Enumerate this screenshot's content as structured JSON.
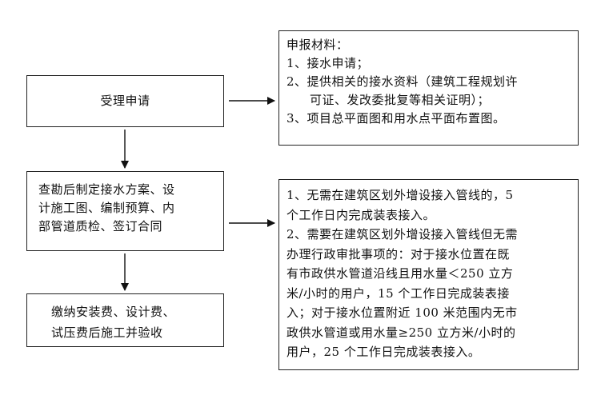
{
  "left_steps": {
    "accept": "受理申请",
    "survey_lines": [
      "查勘后制定接水方案、设",
      "计施工图、编制预算、内",
      "部管道质检、签订合同"
    ],
    "pay_lines": [
      "缴纳安装费、设计费、",
      "试压费后施工并验收"
    ]
  },
  "materials": {
    "title": "申报材料：",
    "item1": "1、接水申请；",
    "item2_lines": [
      "2、提供相关的接水资料（建筑工程规划许",
      "可证、发改委批复等相关证明）；"
    ],
    "item3": "3、项目总平面图和用水点平面布置图。"
  },
  "timeline": {
    "lines": [
      "1、无需在建筑区划外增设接入管线的，5",
      "个工作日内完成装表接入。",
      "2、需要在建筑区划外增设接入管线但无需",
      "办理行政审批事项的：对于接水位置在既",
      "有市政供水管道沿线且用水量＜250 立方",
      "米/小时的用户，15 个工作日完成装表接",
      "入；对于接水位置附近 100 米范围内无市",
      "政供水管道或用水量≥250 立方米/小时的",
      "用户，25 个工作日完成装表接入。"
    ]
  }
}
